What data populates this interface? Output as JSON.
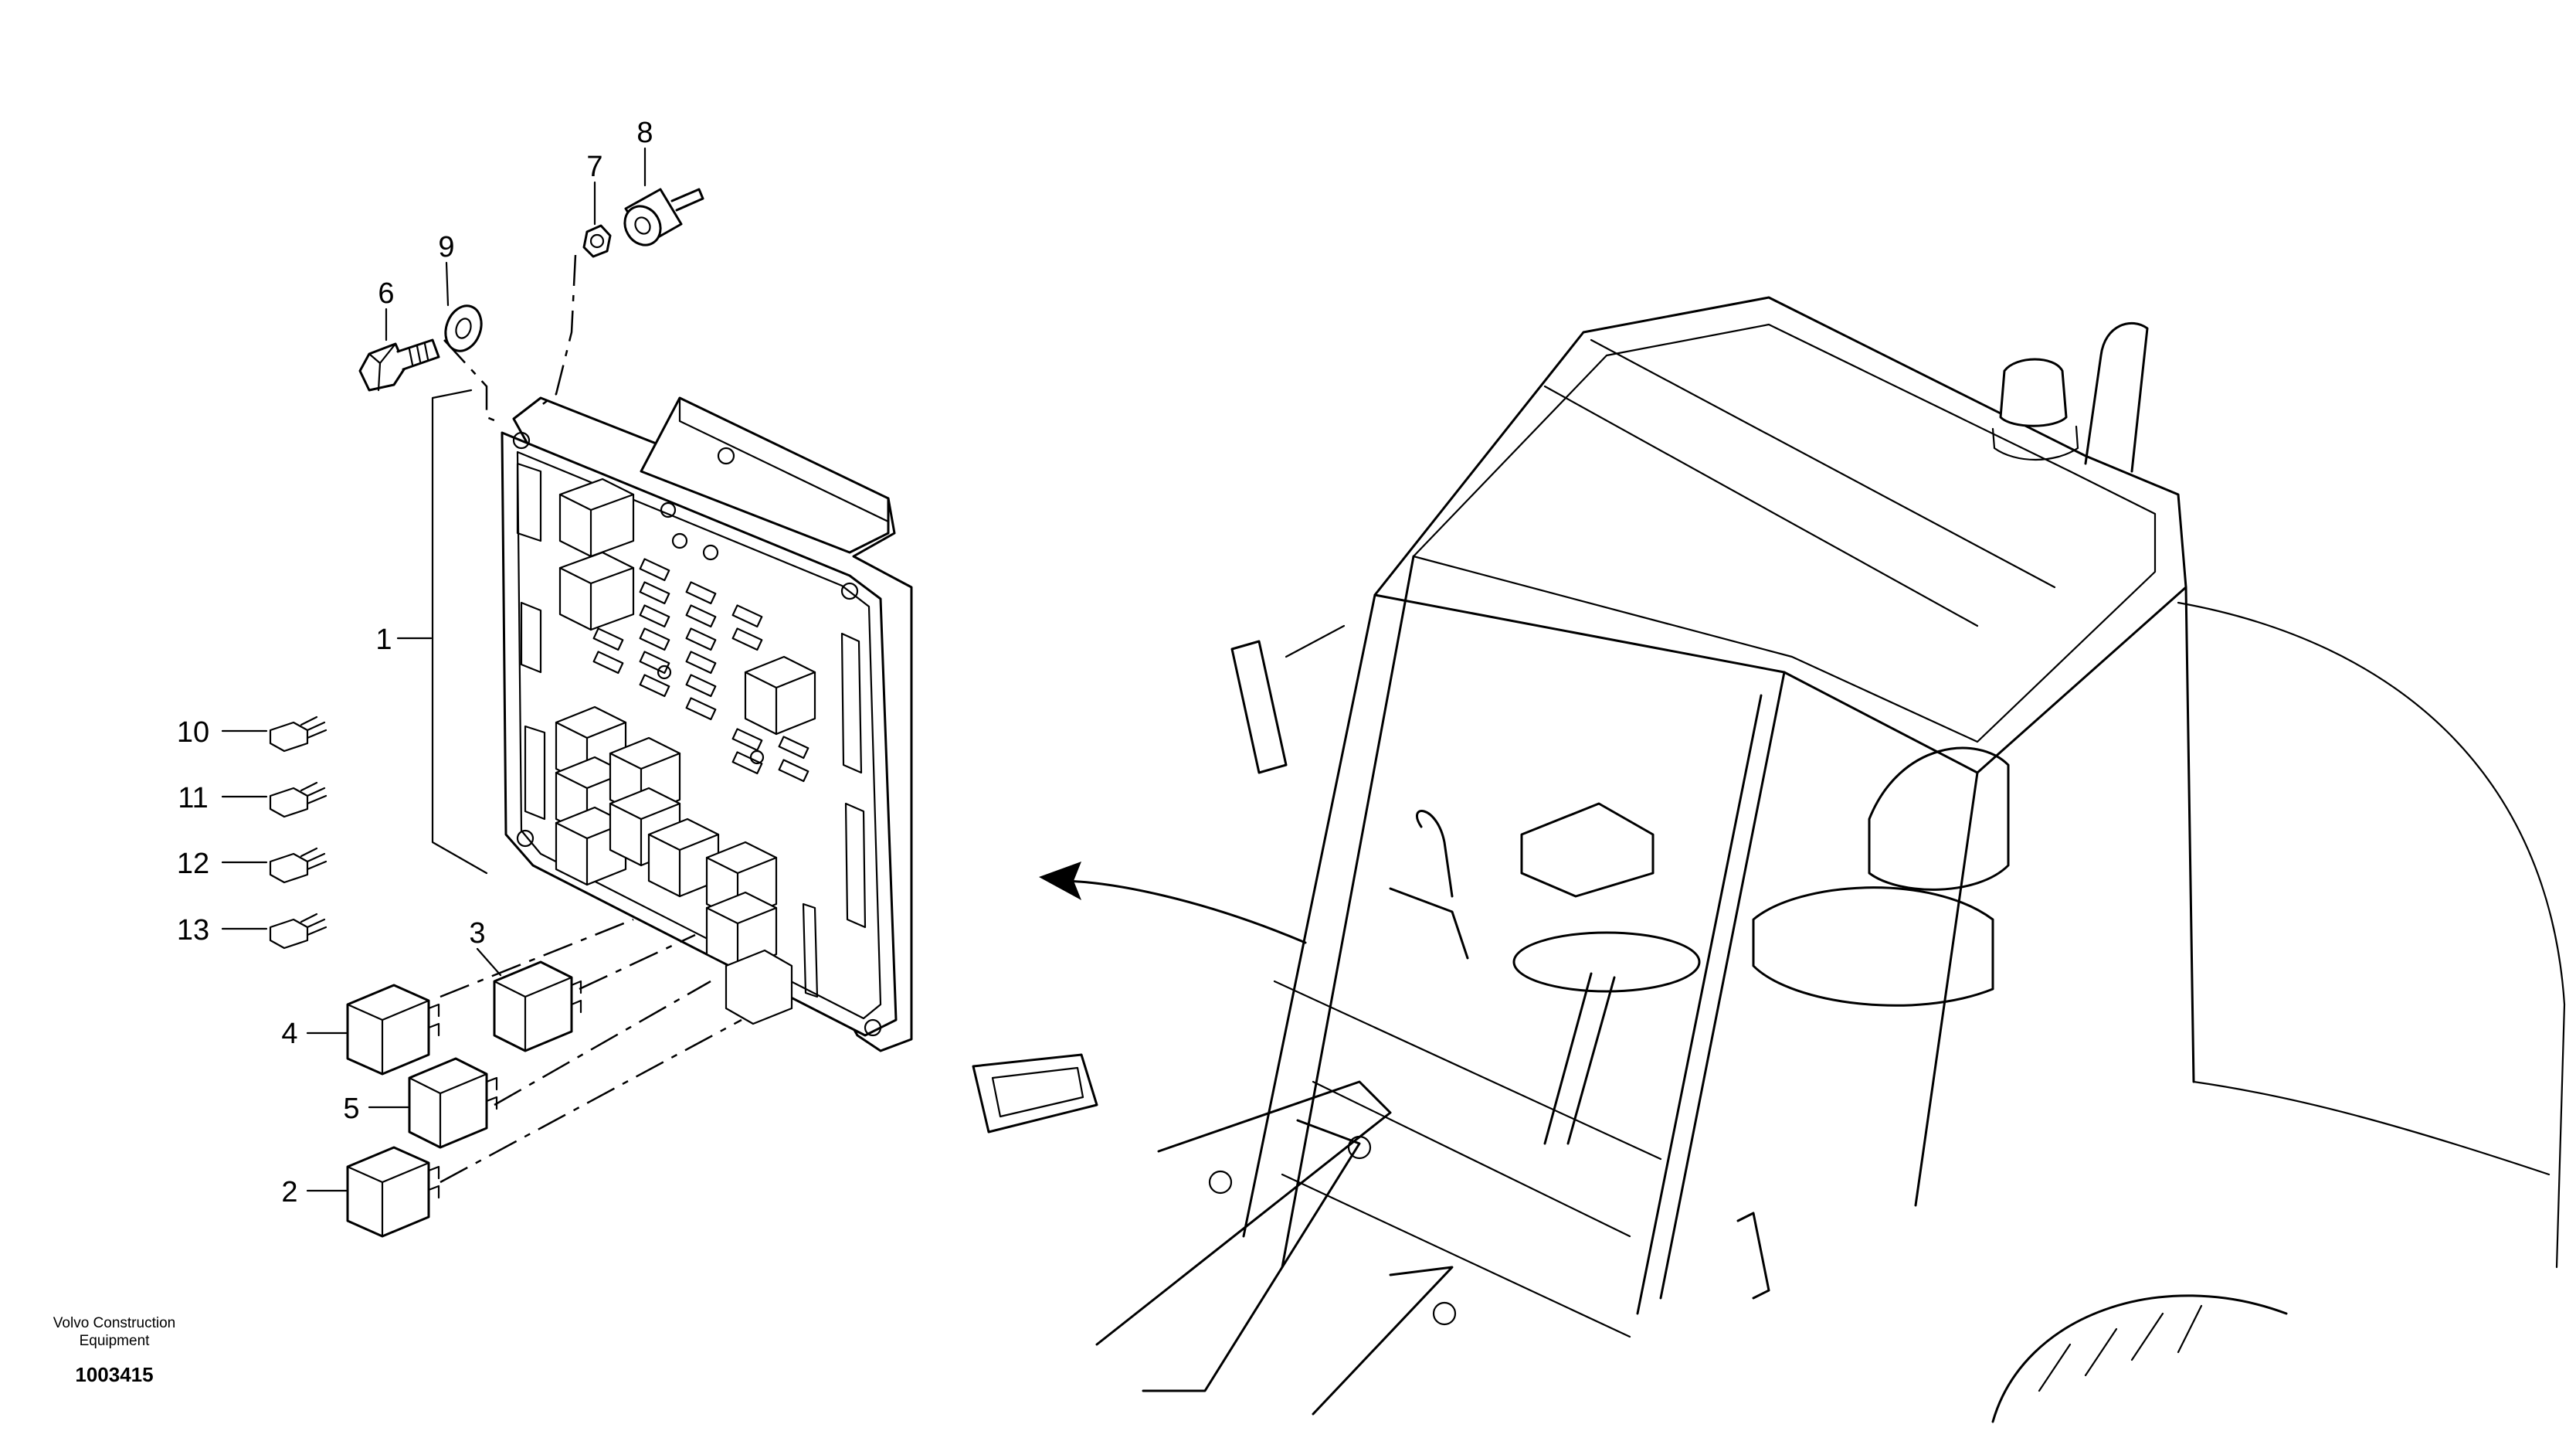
{
  "callouts": [
    {
      "id": "6",
      "label": "6"
    },
    {
      "id": "9",
      "label": "9"
    },
    {
      "id": "7",
      "label": "7"
    },
    {
      "id": "8",
      "label": "8"
    },
    {
      "id": "1",
      "label": "1"
    },
    {
      "id": "10",
      "label": "10"
    },
    {
      "id": "11",
      "label": "11"
    },
    {
      "id": "12",
      "label": "12"
    },
    {
      "id": "13",
      "label": "13"
    },
    {
      "id": "3",
      "label": "3"
    },
    {
      "id": "4",
      "label": "4"
    },
    {
      "id": "5",
      "label": "5"
    },
    {
      "id": "2",
      "label": "2"
    }
  ],
  "footer": {
    "maker_line1": "Volvo Construction",
    "maker_line2": "Equipment",
    "doc_number": "1003415"
  }
}
